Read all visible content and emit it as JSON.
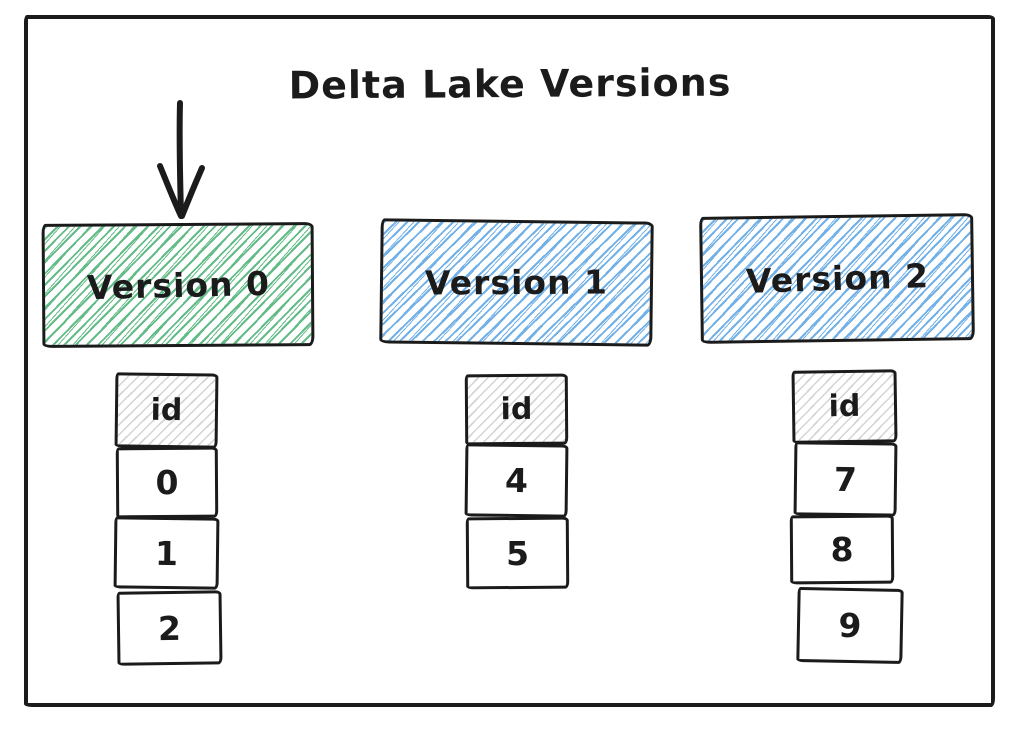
{
  "diagram": {
    "title": "Delta Lake Versions",
    "arrow": "down-arrow-pointing-to-version-0",
    "colors": {
      "ink": "#1b1b1b",
      "green": "#63bb87",
      "blue": "#71b1e8",
      "gray": "#8a8a8a"
    },
    "versions": [
      {
        "label": "Version 0",
        "fill": "green",
        "table": {
          "header": "id",
          "rows": [
            "0",
            "1",
            "2"
          ]
        }
      },
      {
        "label": "Version 1",
        "fill": "blue",
        "table": {
          "header": "id",
          "rows": [
            "4",
            "5"
          ]
        }
      },
      {
        "label": "Version 2",
        "fill": "blue",
        "table": {
          "header": "id",
          "rows": [
            "7",
            "8",
            "9"
          ]
        }
      }
    ]
  }
}
